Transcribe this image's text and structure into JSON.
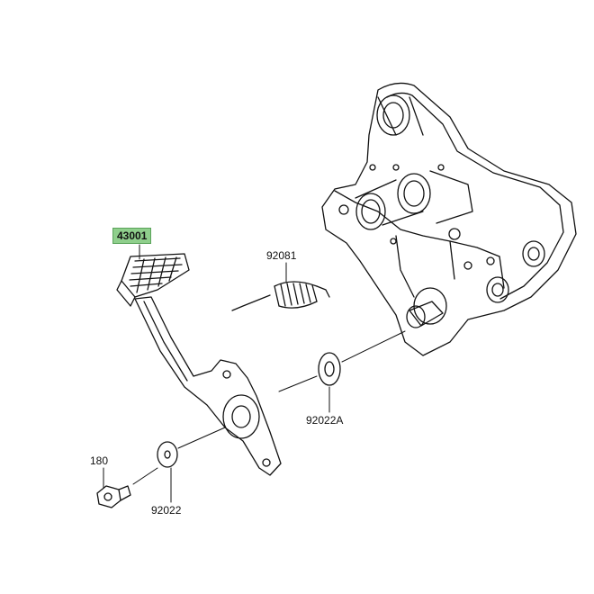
{
  "labels": {
    "pedal": "43001",
    "spring": "92081",
    "washer_large": "92022A",
    "bolt": "180",
    "washer_small": "92022"
  },
  "colors": {
    "highlight": "#8fcf8c",
    "line": "#111111"
  }
}
